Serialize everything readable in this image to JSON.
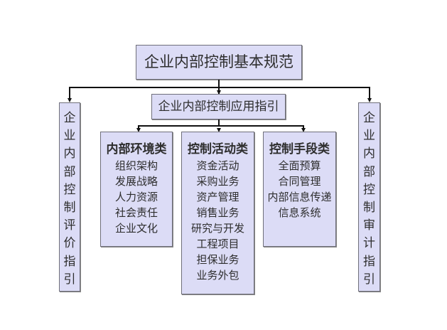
{
  "top": "企业内部控制基本规范",
  "sub": "企业内部控制应用指引",
  "left_vertical": [
    "企",
    "业",
    "内",
    "部",
    "控",
    "制",
    "评",
    "价",
    "指",
    "引"
  ],
  "right_vertical": [
    "企",
    "业",
    "内",
    "部",
    "控",
    "制",
    "审",
    "计",
    "指",
    "引"
  ],
  "categories": [
    {
      "title": "内部环境类",
      "items": [
        "组织架构",
        "发展战略",
        "人力资源",
        "社会责任",
        "企业文化"
      ]
    },
    {
      "title": "控制活动类",
      "items": [
        "资金活动",
        "采购业务",
        "资产管理",
        "销售业务",
        "研究与开发",
        "工程项目",
        "担保业务",
        "业务外包"
      ]
    },
    {
      "title": "控制手段类",
      "items": [
        "全面预算",
        "合同管理",
        "内部信息传递",
        "信息系统"
      ]
    }
  ]
}
